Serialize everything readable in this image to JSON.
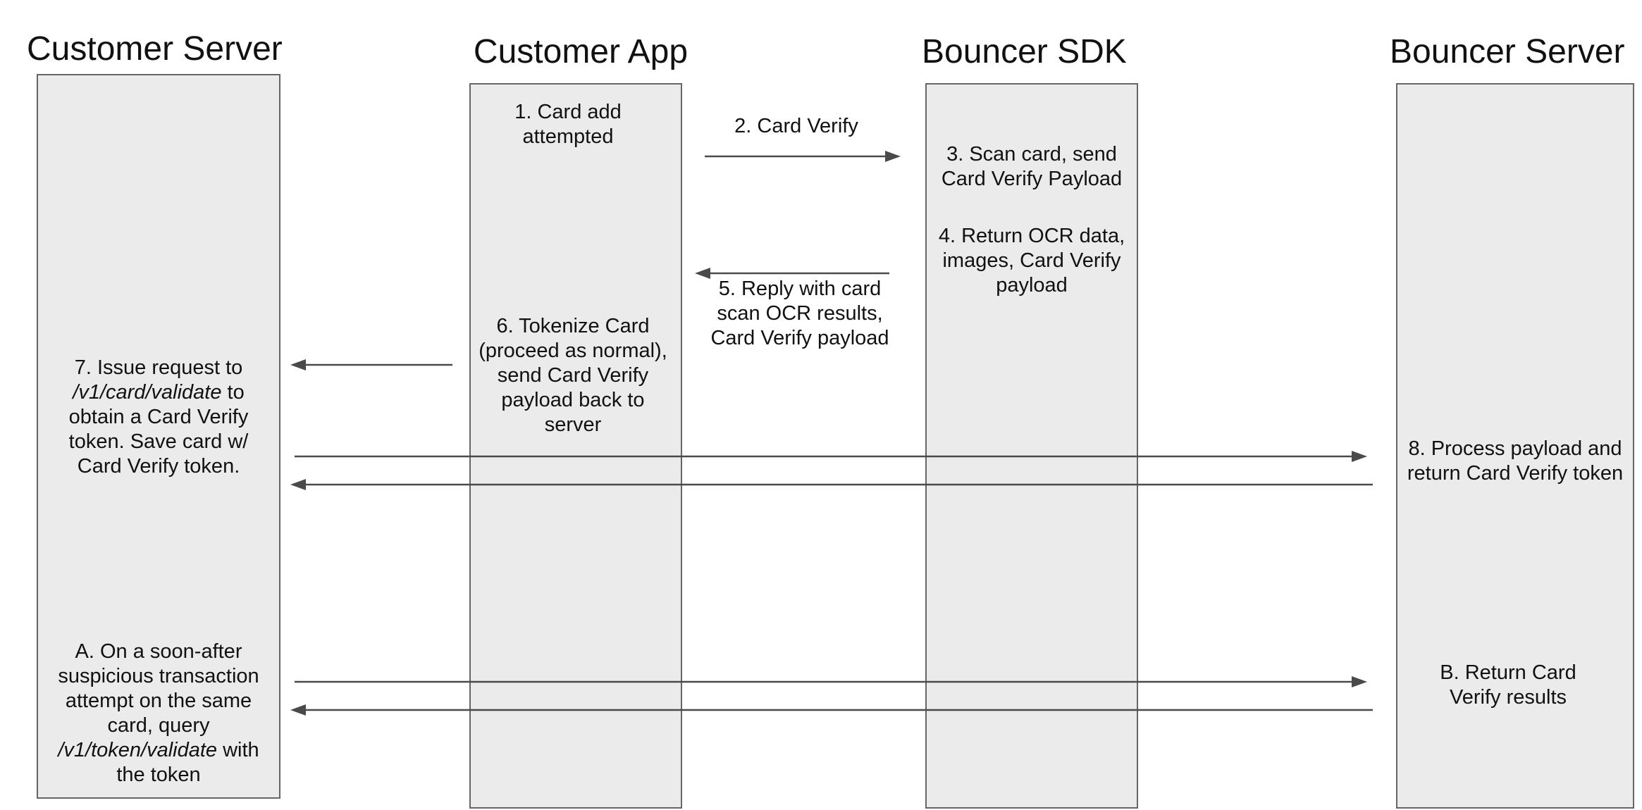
{
  "lanes": [
    {
      "id": "customer-server",
      "title": "Customer Server"
    },
    {
      "id": "customer-app",
      "title": "Customer App"
    },
    {
      "id": "bouncer-sdk",
      "title": "Bouncer SDK"
    },
    {
      "id": "bouncer-server",
      "title": "Bouncer Server"
    }
  ],
  "steps": {
    "s1": "1. Card add attempted",
    "s2": "2. Card Verify",
    "s3": "3. Scan card, send Card Verify Payload",
    "s4": "4. Return OCR data, images, Card Verify payload",
    "s5": "5. Reply with card scan OCR results, Card Verify payload",
    "s6": "6. Tokenize Card (proceed as normal), send Card Verify payload back to server",
    "s7": {
      "line1": "7. Issue request to",
      "path": "/v1/card/validate",
      "after_path": " to",
      "rest": "obtain a Card Verify token. Save card w/ Card Verify token."
    },
    "s8": "8. Process payload and return Card Verify token",
    "sA": {
      "lead": "A. On a soon-after suspicious transaction attempt on the same card, query",
      "path": "/v1/token/validate",
      "after_path": " with the token"
    },
    "sB": "B. Return Card Verify results"
  },
  "colors": {
    "lane_fill": "#ebebeb",
    "lane_border": "#666666",
    "arrow": "#4a4a4a"
  }
}
